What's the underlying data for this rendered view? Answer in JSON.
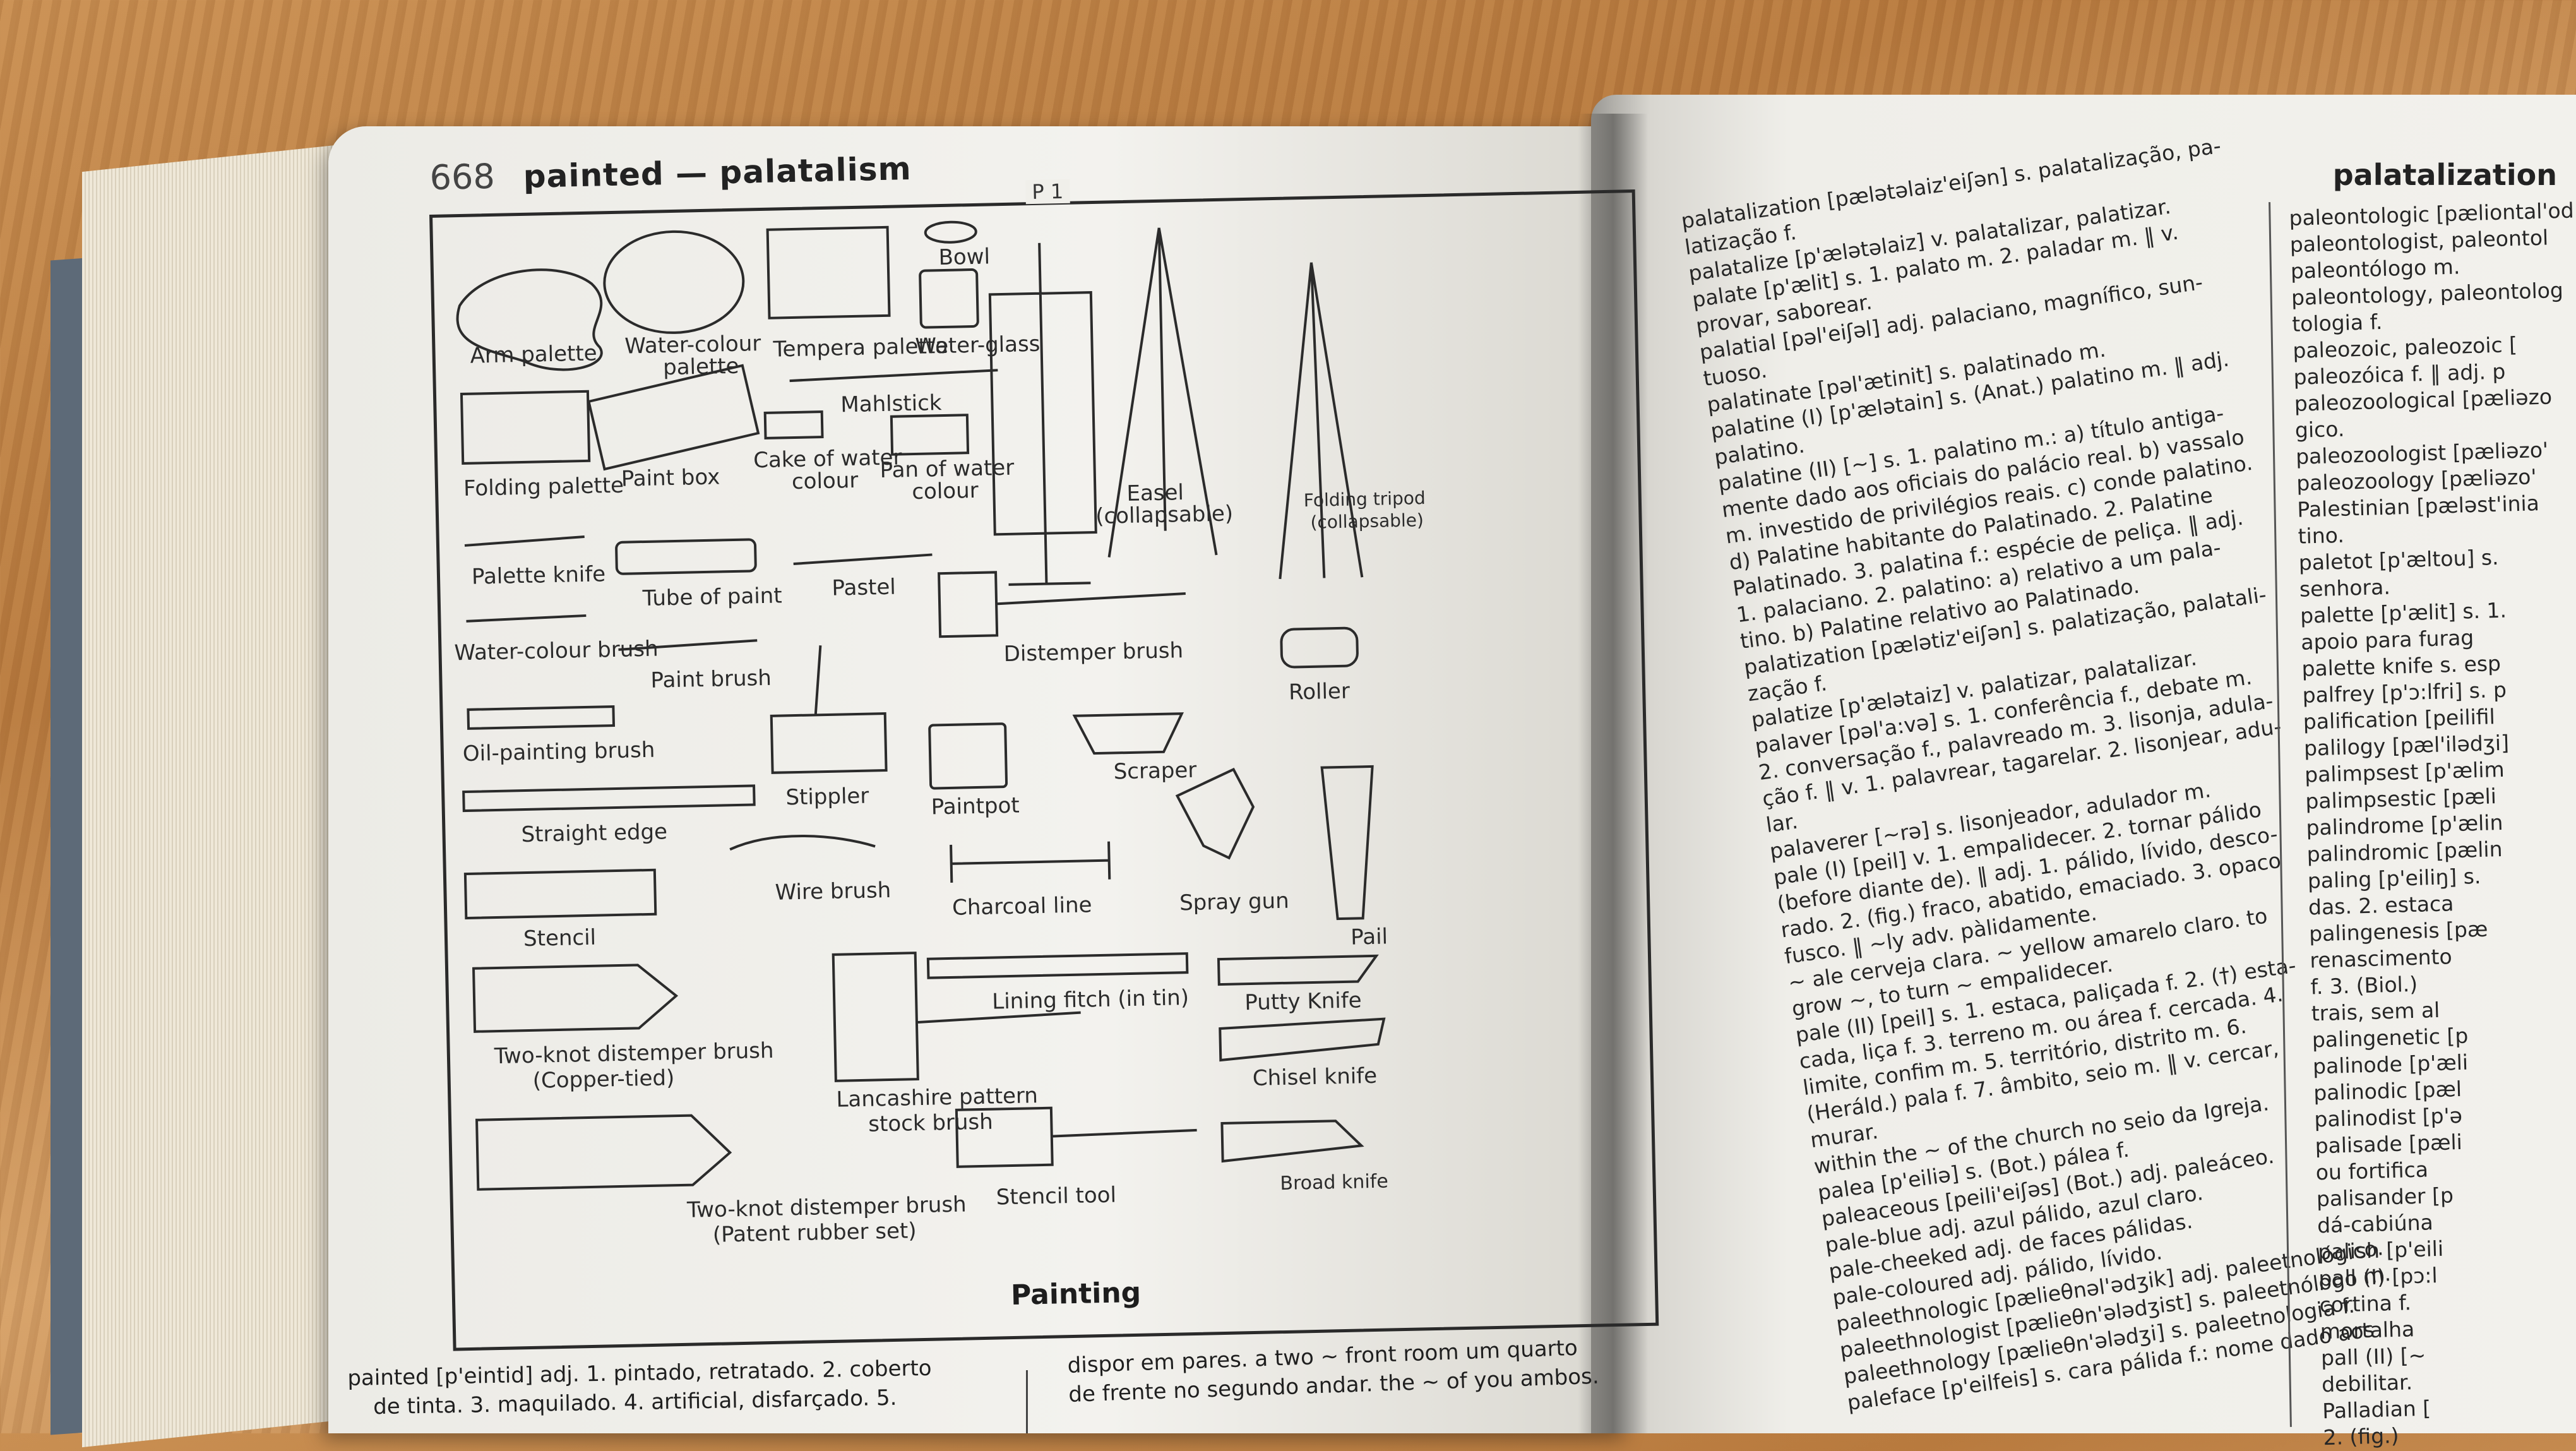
{
  "left_page": {
    "page_number": "668",
    "running_head": "painted — palatalism",
    "plate_code": "P 1",
    "plate_title": "Painting",
    "labels": {
      "arm_palette": "Arm palette",
      "water_colour_palette_1": "Water-colour",
      "water_colour_palette_2": "palette",
      "tempera_palette": "Tempera palette",
      "bowl": "Bowl",
      "water_glass": "Water-glass",
      "mahlstick": "Mahlstick",
      "folding_palette": "Folding palette",
      "paint_box": "Paint box",
      "cake_of_water_colour_1": "Cake of water",
      "cake_of_water_colour_2": "colour",
      "pan_of_water_colour_1": "Pan of water",
      "pan_of_water_colour_2": "colour",
      "easel_1": "Easel",
      "easel_2": "(collapsable)",
      "folding_tripod_1": "Folding tripod",
      "folding_tripod_2": "(collapsable)",
      "palette_knife": "Palette knife",
      "tube_of_paint": "Tube of paint",
      "pastel": "Pastel",
      "distemper_brush": "Distemper brush",
      "water_colour_brush": "Water-colour brush",
      "paint_brush": "Paint brush",
      "roller": "Roller",
      "oil_painting_brush": "Oil-painting brush",
      "scraper": "Scraper",
      "paintpot": "Paintpot",
      "stippler": "Stippler",
      "straight_edge": "Straight edge",
      "wire_brush": "Wire brush",
      "charcoal_line": "Charcoal line",
      "spray_gun": "Spray gun",
      "pail": "Pail",
      "stencil": "Stencil",
      "lining_fitch": "Lining fitch (in tin)",
      "putty_knife": "Putty Knife",
      "two_knot_copper_1": "Two-knot distemper brush",
      "two_knot_copper_2": "(Copper-tied)",
      "lancashire_1": "Lancashire pattern",
      "lancashire_2": "stock brush",
      "chisel_knife": "Chisel knife",
      "two_knot_rubber_1": "Two-knot distemper brush",
      "two_knot_rubber_2": "(Patent rubber set)",
      "stencil_tool": "Stencil tool",
      "broad_knife": "Broad knife"
    },
    "text_col1": [
      "painted [p'eintid] adj. 1. pintado, retratado. 2. coberto",
      "de tinta. 3. maquilado. 4. artificial, disfarçado. 5."
    ],
    "text_col2": [
      "dispor em pares. a two ~ front room um quarto",
      "de frente no segundo andar. the ~ of you ambos."
    ]
  },
  "right_page": {
    "running_head": "palatalization",
    "col1": [
      "palatalization [pælətəlaiz'eiʃən] s. palatalização, pa-",
      "latização f.",
      "palatalize [p'ælətəlaiz] v. palatalizar, palatizar.",
      "palate [p'ælit] s. 1. palato m. 2. paladar m. ‖ v.",
      "provar, saborear.",
      "palatial [pəl'eiʃəl] adj. palaciano, magnífico, sun-",
      "tuoso.",
      "palatinate [pəl'ætinit] s. palatinado m.",
      "palatine (I) [p'ælətain] s. (Anat.) palatino m. ‖ adj.",
      "palatino.",
      "palatine (II) [~] s. 1. palatino m.: a) título antiga-",
      "mente dado aos oficiais do palácio real. b) vassalo",
      "m. investido de privilégios reais. c) conde palatino.",
      "d) Palatine habitante do Palatinado. 2. Palatine",
      "Palatinado. 3. palatina f.: espécie de peliça. ‖ adj.",
      "1. palaciano. 2. palatino: a) relativo a um pala-",
      "tino. b) Palatine relativo ao Palatinado.",
      "palatization [pælətiz'eiʃən] s. palatização, palatali-",
      "zação f.",
      "palatize [p'ælətaiz] v. palatizar, palatalizar.",
      "palaver [pəl'a:və] s. 1. conferência f., debate m.",
      "2. conversação f., palavreado m. 3. lisonja, adula-",
      "ção f. ‖ v. 1. palavrear, tagarelar. 2. lisonjear, adu-",
      "lar.",
      "palaverer [~rə] s. lisonjeador, adulador m.",
      "pale (I) [peil] v. 1. empalidecer. 2. tornar pálido",
      "(before diante de). ‖ adj. 1. pálido, lívido, desco-",
      "rado. 2. (fig.) fraco, abatido, emaciado. 3. opaco",
      "fusco. ‖ ~ly adv. pàlidamente.",
      "~ ale cerveja clara. ~ yellow amarelo claro. to",
      "grow ~, to turn ~ empalidecer.",
      "pale (II) [peil] s. 1. estaca, paliçada f. 2. (†) esta-",
      "cada, liça f. 3. terreno m. ou área f. cercada. 4.",
      "limite, confim m. 5. território, distrito m. 6.",
      "(Heráld.) pala f. 7. âmbito, seio m. ‖ v. cercar,",
      "murar.",
      "within the ~ of the church no seio da Igreja.",
      "palea [p'eiliə] s. (Bot.) pálea f.",
      "paleaceous [peili'eiʃəs] (Bot.) adj. paleáceo.",
      "pale-blue adj. azul pálido, azul claro.",
      "pale-cheeked adj. de faces pálidas.",
      "pale-coloured adj. pálido, lívido.",
      "paleethnologic [pælieθnəl'ədʒik] adj. paleetnológico.",
      "paleethnologist [pælieθn'ələdʒist] s. paleetnólogo m.",
      "paleethnology [pælieθn'ələdʒi] s. paleetnologia f.",
      "paleface [p'eilfeis] s. cara pálida f.: nome dado aos"
    ],
    "col2": [
      "paleontologic [pæliontal'od",
      "paleontologist, paleontol",
      "paleontólogo m.",
      "paleontology, paleontolog",
      "tologia f.",
      "paleozoic, paleozoic [",
      "paleozóica f. ‖ adj. p",
      "paleozoological [pæliəzo",
      "gico.",
      "paleozoologist [pæliəzo'",
      "paleozoology [pæliəzo'",
      "Palestinian [pæləst'inia",
      "tino.",
      "paletot [p'æltou] s.",
      "senhora.",
      "palette [p'ælit] s. 1.",
      "apoio para furag",
      "palette knife s. esp",
      "palfrey [p'ɔ:lfri] s. p",
      "palification [peilifil",
      "palilogy [pæl'ilədʒi]",
      "palimpsest [p'ælim",
      "palimpsestic [pæli",
      "palindrome [p'ælin",
      "palindromic [pælin",
      "paling [p'eiliŋ] s.",
      "das. 2. estaca",
      "palingenesis [pæ",
      "renascimento",
      "f. 3. (Biol.)",
      "trais, sem al",
      "palingenetic [p",
      "palinode [p'æli",
      "palinodic [pæl",
      "palinodist [p'ə",
      "palisade [pæli",
      "ou fortifica",
      "palisander [p",
      "dá-cabiúna",
      "palish [p'eili",
      "pall (I) [pɔ:l",
      "cortina f.",
      "mortalha",
      "pall (II) [~",
      "debilitar.",
      "Palladian [",
      "2. (fig.)"
    ]
  }
}
